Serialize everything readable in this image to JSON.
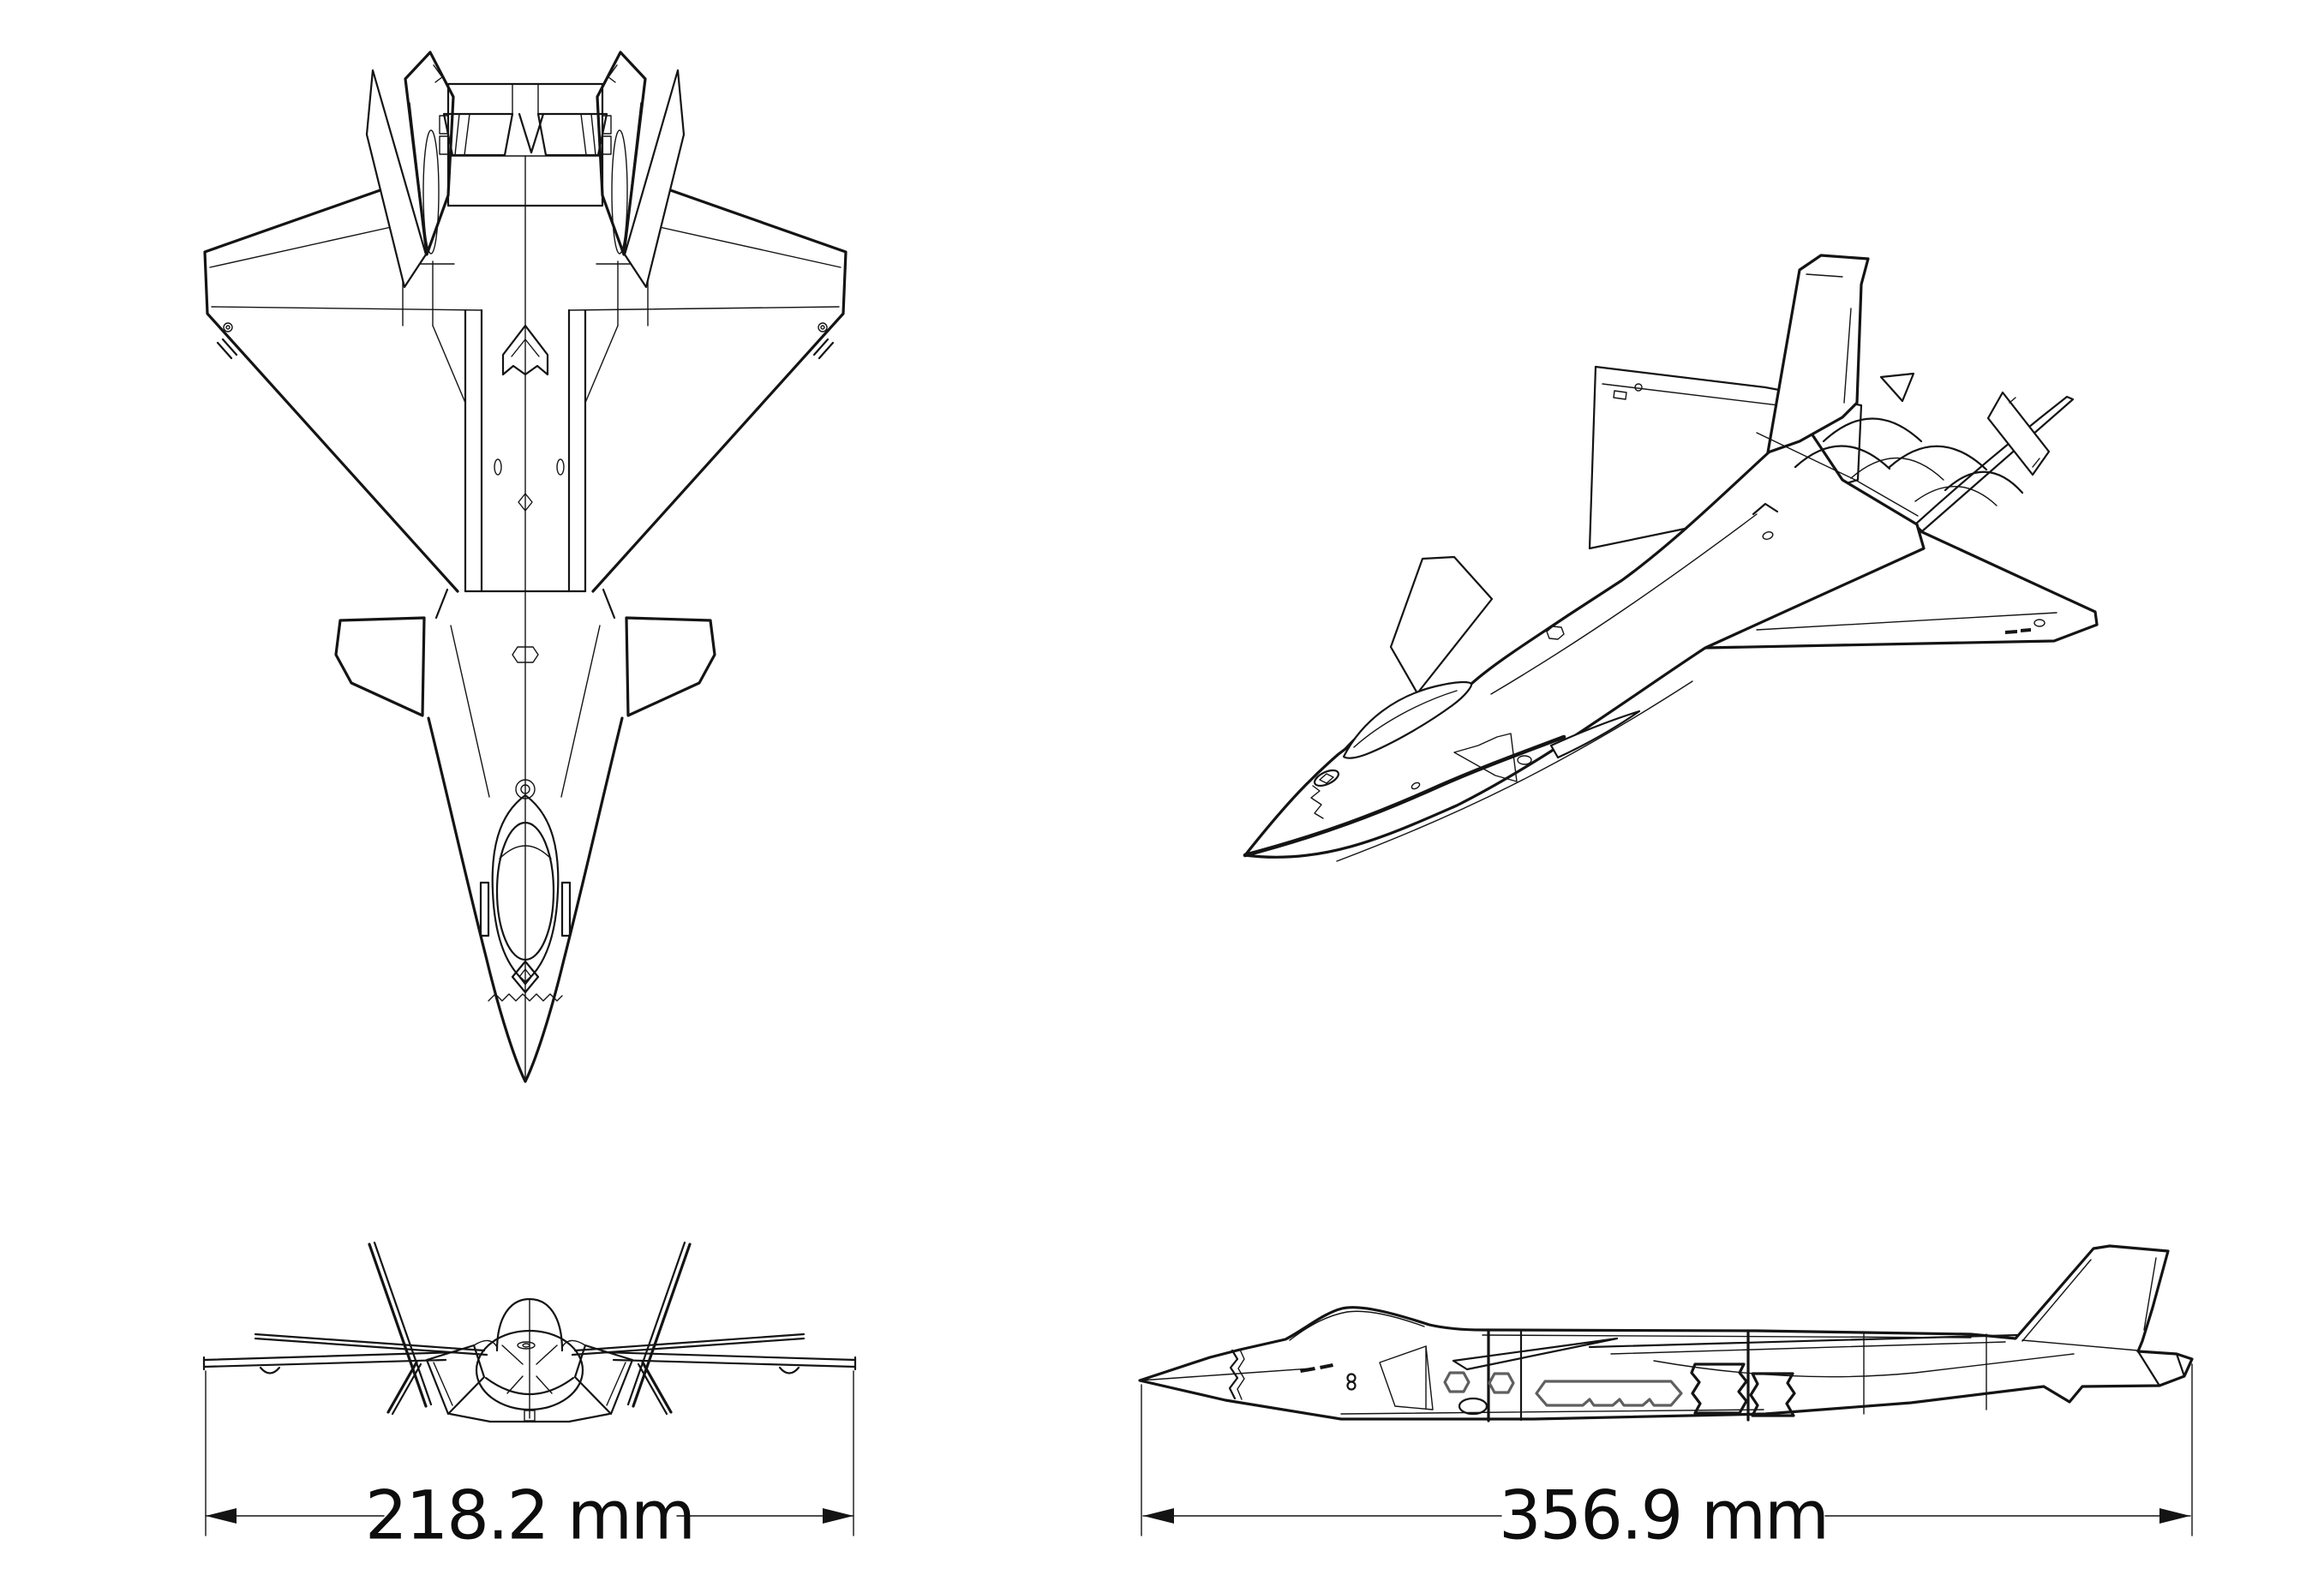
{
  "page": {
    "background": "#ffffff"
  },
  "drawing": {
    "kind": "aircraft three-view line drawing with isometric view",
    "dimensions": {
      "front_width": {
        "label": "218.2 mm",
        "value": 218.2,
        "unit": "mm"
      },
      "side_length": {
        "label": "356.9 mm",
        "value": 356.9,
        "unit": "mm"
      }
    },
    "colors": {
      "line": "#141414",
      "detail_gray": "#5f5f5f",
      "background": "#ffffff"
    }
  }
}
